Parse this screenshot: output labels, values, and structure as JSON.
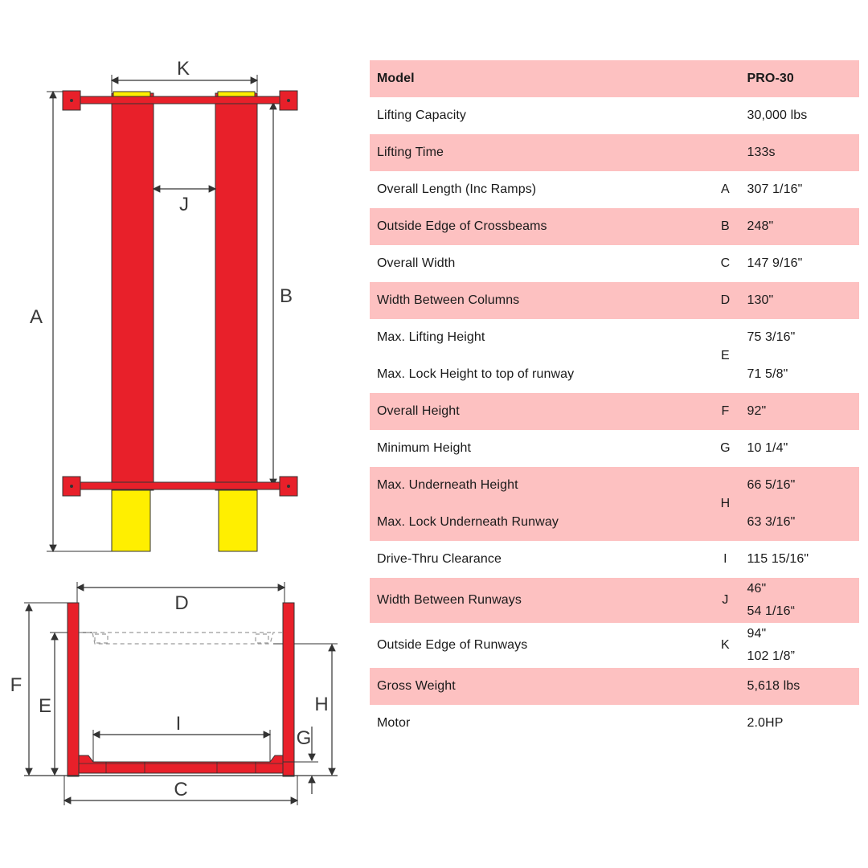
{
  "diagram": {
    "labels": {
      "A": "A",
      "B": "B",
      "C": "C",
      "D": "D",
      "E": "E",
      "F": "F",
      "G": "G",
      "H": "H",
      "I": "I",
      "J": "J",
      "K": "K"
    },
    "colors": {
      "frame": "#e8202a",
      "accent": "#ffef00",
      "line": "#333333",
      "dashed": "#9a9a9a"
    }
  },
  "table": {
    "header": {
      "name": "Model",
      "code": "",
      "value": "PRO-30"
    },
    "rows": [
      {
        "name": "Lifting Capacity",
        "code": "",
        "value": "30,000 lbs"
      },
      {
        "name": "Lifting Time",
        "code": "",
        "value": "133s"
      },
      {
        "name": "Overall Length (Inc Ramps)",
        "code": "A",
        "value": "307 1/16\""
      },
      {
        "name": "Outside Edge of Crossbeams",
        "code": "B",
        "value": "248\""
      },
      {
        "name": "Overall Width",
        "code": "C",
        "value": "147 9/16\""
      },
      {
        "name": "Width Between Columns",
        "code": "D",
        "value": "130\""
      },
      {
        "name": "Max. Lifting Height",
        "name2": "Max. Lock Height to top of runway",
        "code": "E",
        "value": "75 3/16\"",
        "value2": "71 5/8\""
      },
      {
        "name": "Overall Height",
        "code": "F",
        "value": "92\""
      },
      {
        "name": "Minimum Height",
        "code": "G",
        "value": "10 1/4\""
      },
      {
        "name": "Max. Underneath Height",
        "name2": "Max. Lock Underneath Runway",
        "code": "H",
        "value": "66 5/16\"",
        "value2": "63 3/16\""
      },
      {
        "name": "Drive-Thru Clearance",
        "code": "I",
        "value": "115 15/16\""
      },
      {
        "name": "Width Between Runways",
        "code": "J",
        "value": "46\"",
        "value2": "54 1/16“"
      },
      {
        "name": "Outside Edge of Runways",
        "code": "K",
        "value": "94\"",
        "value2": "102 1/8”"
      },
      {
        "name": "Gross Weight",
        "code": "",
        "value": "5,618 lbs"
      },
      {
        "name": "Motor",
        "code": "",
        "value": "2.0HP"
      }
    ]
  }
}
